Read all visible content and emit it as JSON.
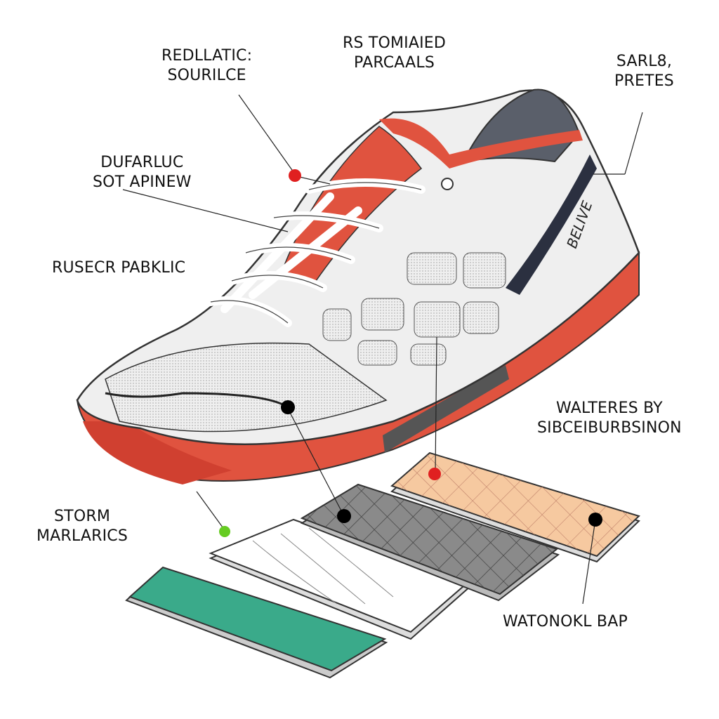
{
  "labels": {
    "top_left": [
      "REDLLATIC:",
      "SOURILCE"
    ],
    "top_center": [
      "RS TOMIAIED",
      "PARCAALS"
    ],
    "top_right": [
      "SARL8,",
      "PRETES"
    ],
    "mid_left_1": [
      "DUFARLUC",
      "SOT APINEW"
    ],
    "mid_left_2": "RUSECR PABKLIC",
    "right_mid": [
      "WALTERES BY",
      "SIBCEIBURBSINON"
    ],
    "bottom_left": [
      "STORM",
      "MARLARICS"
    ],
    "bottom_right": "WATONOKL BAP"
  },
  "shoe_brand_text": "BELIVE",
  "colors": {
    "accent_red": "#e0533f",
    "dark_gray": "#5a5f6a",
    "navy": "#2b3040",
    "shoe_white": "#efefef",
    "peach_layer": "#f6c9a0",
    "gray_layer": "#8a8a8a",
    "green_layer": "#3aaa8a",
    "dot_red": "#e02020",
    "dot_green": "#66cc22",
    "dot_black": "#000000"
  }
}
